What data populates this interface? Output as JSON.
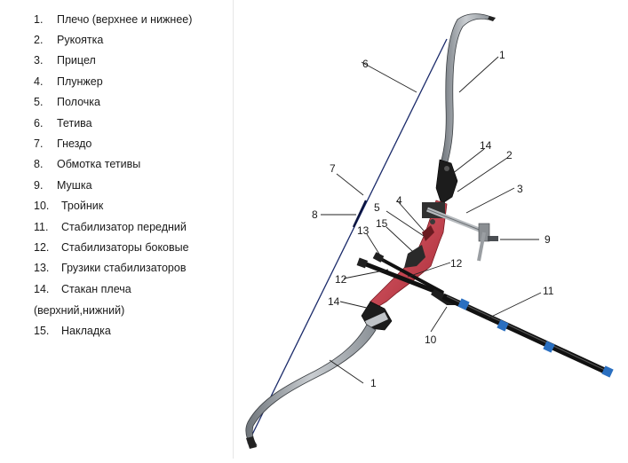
{
  "legend": {
    "items": [
      {
        "num": "1.",
        "label": "Плечо (верхнее и нижнее)"
      },
      {
        "num": "2.",
        "label": "Рукоятка"
      },
      {
        "num": "3.",
        "label": "Прицел"
      },
      {
        "num": "4.",
        "label": "Плунжер"
      },
      {
        "num": "5.",
        "label": "Полочка"
      },
      {
        "num": "6.",
        "label": "Тетива"
      },
      {
        "num": "7.",
        "label": "Гнездо"
      },
      {
        "num": "8.",
        "label": "Обмотка тетивы"
      },
      {
        "num": "9.",
        "label": "Мушка"
      },
      {
        "num": "10.",
        "label": "Тройник"
      },
      {
        "num": "11.",
        "label": "Стабилизатор передний"
      },
      {
        "num": "12.",
        "label": "Стабилизаторы боковые"
      },
      {
        "num": "13.",
        "label": "Грузики стабилизаторов"
      },
      {
        "num": "14.",
        "label": "Стакан плеча"
      },
      {
        "num": "15.",
        "label": "Накладка"
      }
    ],
    "item14_continuation": "(верхний,нижний)"
  },
  "callouts": {
    "limb_upper": "1",
    "limb_lower": "1",
    "riser": "2",
    "sight": "3",
    "plunger": "4",
    "shelf": "5",
    "string": "6",
    "nock": "7",
    "serving": "8",
    "sight_pin": "9",
    "v_bar": "10",
    "front_stabilizer": "11",
    "side_stabilizer_a": "12",
    "side_stabilizer_b": "12",
    "weights": "13",
    "limb_pocket_upper": "14",
    "limb_pocket_lower": "14",
    "grip": "15"
  },
  "colors": {
    "riser": "#c8404a",
    "limb": "#9aa0a6",
    "string": "#1a2a6a",
    "stabilizer": "#111111",
    "stabilizer_ring": "#2a6fc0"
  }
}
